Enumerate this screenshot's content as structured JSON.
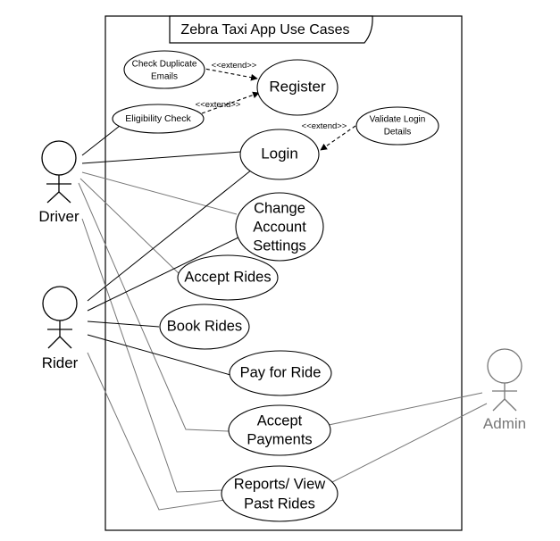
{
  "title": "Zebra Taxi App Use Cases",
  "actors": {
    "driver": "Driver",
    "rider": "Rider",
    "admin": "Admin"
  },
  "use_cases": {
    "check_duplicate_emails": [
      "Check Duplicate",
      "Emails"
    ],
    "register": [
      "Register"
    ],
    "eligibility_check": [
      "Eligibility Check"
    ],
    "validate_login_details": [
      "Validate Login",
      "Details"
    ],
    "login": [
      "Login"
    ],
    "change_account_settings": [
      "Change",
      "Account",
      "Settings"
    ],
    "accept_rides": [
      "Accept Rides"
    ],
    "book_rides": [
      "Book Rides"
    ],
    "pay_for_ride": [
      "Pay for Ride"
    ],
    "accept_payments": [
      "Accept",
      "Payments"
    ],
    "reports_view_past_rides": [
      "Reports/ View",
      "Past Rides"
    ]
  },
  "extend_label": "<<extend>>",
  "colors": {
    "line_dark": "#000000",
    "line_gray": "#777777",
    "admin": "#777777"
  }
}
